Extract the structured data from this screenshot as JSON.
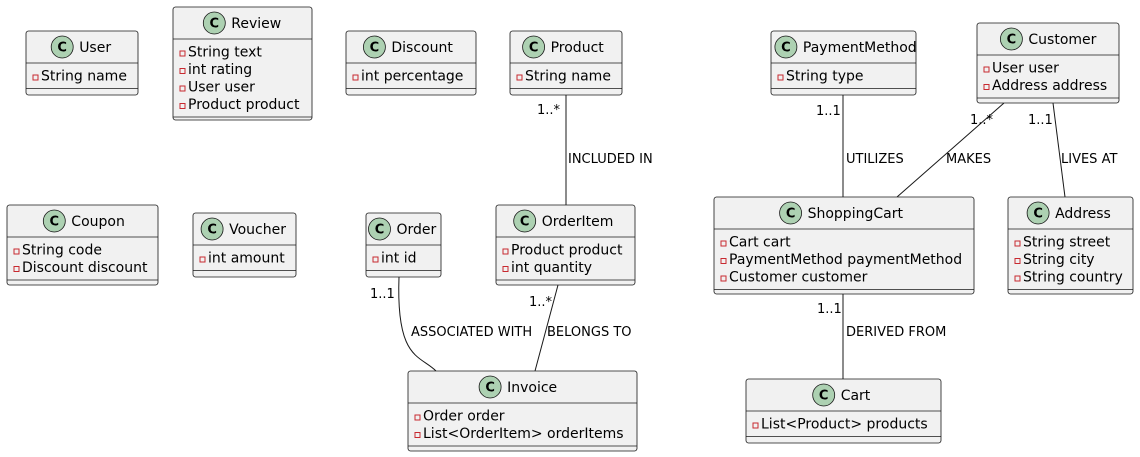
{
  "diagram": {
    "classes": [
      {
        "id": "user",
        "stereotype_letter": "C",
        "name": "User",
        "attributes": [
          {
            "visibility": "-",
            "text": "String name"
          }
        ]
      },
      {
        "id": "review",
        "stereotype_letter": "C",
        "name": "Review",
        "attributes": [
          {
            "visibility": "-",
            "text": "String text"
          },
          {
            "visibility": "-",
            "text": "int rating"
          },
          {
            "visibility": "-",
            "text": "User user"
          },
          {
            "visibility": "-",
            "text": "Product product"
          }
        ]
      },
      {
        "id": "discount",
        "stereotype_letter": "C",
        "name": "Discount",
        "attributes": [
          {
            "visibility": "-",
            "text": "int percentage"
          }
        ]
      },
      {
        "id": "product",
        "stereotype_letter": "C",
        "name": "Product",
        "attributes": [
          {
            "visibility": "-",
            "text": "String name"
          }
        ]
      },
      {
        "id": "paymentmethod",
        "stereotype_letter": "C",
        "name": "PaymentMethod",
        "attributes": [
          {
            "visibility": "-",
            "text": "String type"
          }
        ]
      },
      {
        "id": "customer",
        "stereotype_letter": "C",
        "name": "Customer",
        "attributes": [
          {
            "visibility": "-",
            "text": "User user"
          },
          {
            "visibility": "-",
            "text": "Address address"
          }
        ]
      },
      {
        "id": "coupon",
        "stereotype_letter": "C",
        "name": "Coupon",
        "attributes": [
          {
            "visibility": "-",
            "text": "String code"
          },
          {
            "visibility": "-",
            "text": "Discount discount"
          }
        ]
      },
      {
        "id": "voucher",
        "stereotype_letter": "C",
        "name": "Voucher",
        "attributes": [
          {
            "visibility": "-",
            "text": "int amount"
          }
        ]
      },
      {
        "id": "order",
        "stereotype_letter": "C",
        "name": "Order",
        "attributes": [
          {
            "visibility": "-",
            "text": "int id"
          }
        ]
      },
      {
        "id": "orderitem",
        "stereotype_letter": "C",
        "name": "OrderItem",
        "attributes": [
          {
            "visibility": "-",
            "text": "Product product"
          },
          {
            "visibility": "-",
            "text": "int quantity"
          }
        ]
      },
      {
        "id": "shoppingcart",
        "stereotype_letter": "C",
        "name": "ShoppingCart",
        "attributes": [
          {
            "visibility": "-",
            "text": "Cart cart"
          },
          {
            "visibility": "-",
            "text": "PaymentMethod paymentMethod"
          },
          {
            "visibility": "-",
            "text": "Customer customer"
          }
        ]
      },
      {
        "id": "address",
        "stereotype_letter": "C",
        "name": "Address",
        "attributes": [
          {
            "visibility": "-",
            "text": "String street"
          },
          {
            "visibility": "-",
            "text": "String city"
          },
          {
            "visibility": "-",
            "text": "String country"
          }
        ]
      },
      {
        "id": "invoice",
        "stereotype_letter": "C",
        "name": "Invoice",
        "attributes": [
          {
            "visibility": "-",
            "text": "Order order"
          },
          {
            "visibility": "-",
            "text": "List<OrderItem> orderItems"
          }
        ]
      },
      {
        "id": "cart",
        "stereotype_letter": "C",
        "name": "Cart",
        "attributes": [
          {
            "visibility": "-",
            "text": "List<Product> products"
          }
        ]
      }
    ],
    "relations": [
      {
        "id": "product-orderitem",
        "from": "product",
        "to": "orderitem",
        "label": "INCLUDED IN",
        "multiplicity": "1..*"
      },
      {
        "id": "paymentmethod-shoppingcart",
        "from": "paymentmethod",
        "to": "shoppingcart",
        "label": "UTILIZES",
        "multiplicity": "1..1"
      },
      {
        "id": "customer-shoppingcart",
        "from": "customer",
        "to": "shoppingcart",
        "label": "MAKES",
        "multiplicity": "1..*"
      },
      {
        "id": "customer-address",
        "from": "customer",
        "to": "address",
        "label": "LIVES AT",
        "multiplicity": "1..1"
      },
      {
        "id": "order-invoice",
        "from": "order",
        "to": "invoice",
        "label": "ASSOCIATED WITH",
        "multiplicity": "1..1"
      },
      {
        "id": "orderitem-invoice",
        "from": "orderitem",
        "to": "invoice",
        "label": "BELONGS TO",
        "multiplicity": "1..*"
      },
      {
        "id": "shoppingcart-cart",
        "from": "shoppingcart",
        "to": "cart",
        "label": "DERIVED FROM",
        "multiplicity": "1..1"
      }
    ]
  }
}
